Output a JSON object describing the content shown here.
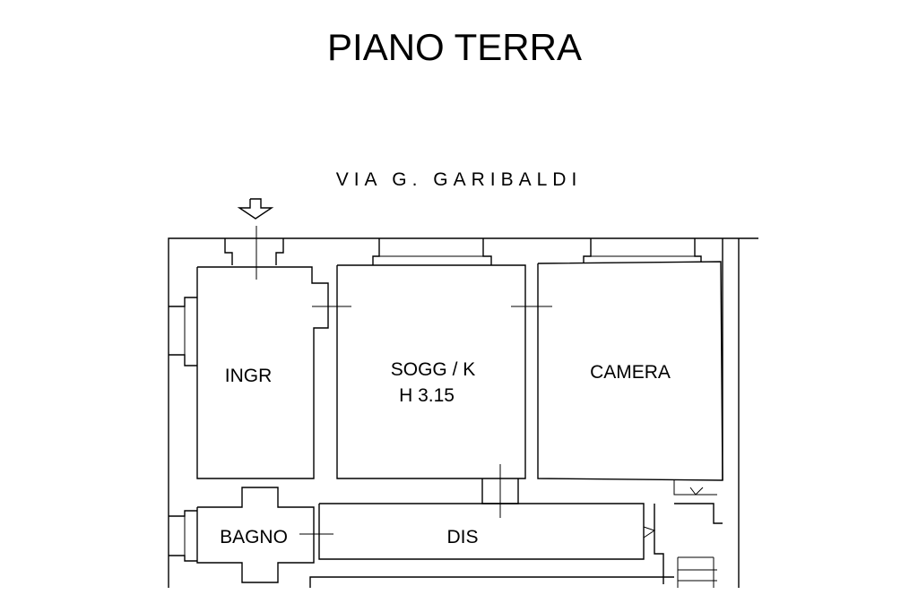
{
  "title": "PIANO TERRA",
  "street": "VIA G. GARIBALDI",
  "rooms": {
    "ingr": "INGR",
    "soggiorno": "SOGG / K",
    "height": "H 3.15",
    "camera": "CAMERA",
    "bagno": "BAGNO",
    "dis": "DIS"
  },
  "icons": {
    "entrance": "entrance-arrow-icon",
    "stairs": "stairs-icon"
  }
}
